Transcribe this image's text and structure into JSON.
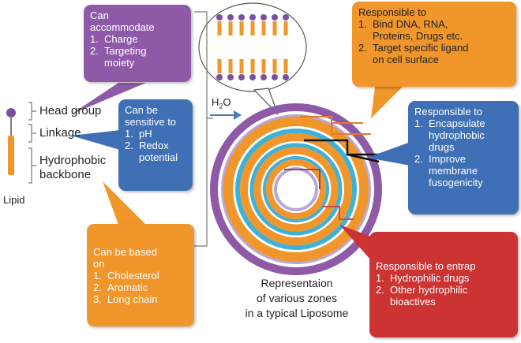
{
  "lipid": {
    "head_group": "Head group",
    "linkage": "Linkage",
    "hydrophobic": [
      "Hydrophobic",
      "backbone"
    ],
    "lipid_label": "Lipid"
  },
  "water": {
    "h": "H",
    "sub": "2",
    "o": "O"
  },
  "caption": [
    "Representaion",
    "of various zones",
    "in a typical Liposome"
  ],
  "boxes": {
    "purple": {
      "color": "#8e5aa8",
      "title": [
        "Can",
        "accommodate"
      ],
      "items": [
        {
          "n": "1.",
          "t": [
            "Charge"
          ]
        },
        {
          "n": "2.",
          "t": [
            "Targeting",
            "moiety"
          ]
        }
      ]
    },
    "blue_left": {
      "color": "#3f6fb5",
      "title": [
        "Can be",
        "sensitive to"
      ],
      "items": [
        {
          "n": "1.",
          "t": [
            "pH"
          ]
        },
        {
          "n": "2.",
          "t": [
            "Redox",
            "potential"
          ]
        }
      ]
    },
    "orange_left": {
      "color": "#f0962a",
      "title": [
        "Can be based",
        "on"
      ],
      "items": [
        {
          "n": "1.",
          "t": [
            "Cholesterol"
          ]
        },
        {
          "n": "2.",
          "t": [
            "Aromatic"
          ]
        },
        {
          "n": "3.",
          "t": [
            "Long chain"
          ]
        }
      ]
    },
    "orange_right": {
      "color": "#f0962a",
      "title": [
        "Responsible to"
      ],
      "items": [
        {
          "n": "1.",
          "t": [
            "Bind DNA, RNA,",
            "Proteins, Drugs etc."
          ]
        },
        {
          "n": "2.",
          "t": [
            "Target specific ligand",
            "on cell surface"
          ]
        }
      ]
    },
    "blue_right": {
      "color": "#3f6fb5",
      "title": [
        "Responsible to"
      ],
      "items": [
        {
          "n": "1.",
          "t": [
            "Encapsulate",
            "hydrophobic",
            "drugs"
          ]
        },
        {
          "n": "2.",
          "t": [
            "Improve",
            "membrane",
            "fusogenicity"
          ]
        }
      ]
    },
    "red": {
      "color": "#cc3333",
      "title": [
        "Responsible to entrap"
      ],
      "items": [
        {
          "n": "1.",
          "t": [
            "Hydrophilic drugs"
          ]
        },
        {
          "n": "2.",
          "t": [
            "Other hydrophilic",
            "bioactives"
          ]
        }
      ]
    }
  },
  "colors": {
    "purple": "#8e5aa8",
    "orange": "#f0962a",
    "cyan": "#3fb0d6",
    "lilac": "#b9a6d9",
    "head": "#7a4fa0",
    "tail": "#f0962a"
  }
}
